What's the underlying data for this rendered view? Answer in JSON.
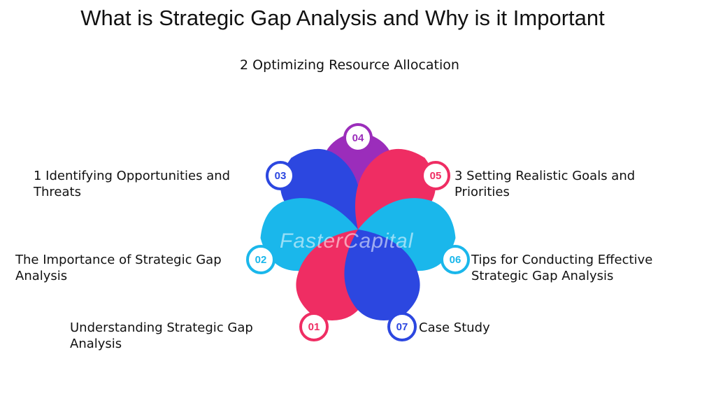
{
  "title": "What is Strategic Gap Analysis and Why is it Important",
  "subtitle": "2 Optimizing Resource Allocation",
  "watermark": "FasterCapital",
  "steps": [
    {
      "number": "01",
      "label": "Understanding Strategic Gap Analysis",
      "color": "#ef2d63"
    },
    {
      "number": "02",
      "label": "The Importance of Strategic Gap Analysis",
      "color": "#1ab7eb"
    },
    {
      "number": "03",
      "label": "1 Identifying Opportunities and Threats",
      "color": "#2c47e0"
    },
    {
      "number": "04",
      "label": "",
      "color": "#9b2dbb"
    },
    {
      "number": "05",
      "label": "3 Setting Realistic Goals and Priorities",
      "color": "#ef2d63"
    },
    {
      "number": "06",
      "label": "Tips for Conducting Effective Strategic Gap Analysis",
      "color": "#1ab7eb"
    },
    {
      "number": "07",
      "label": "Case Study",
      "color": "#2c47e0"
    }
  ]
}
